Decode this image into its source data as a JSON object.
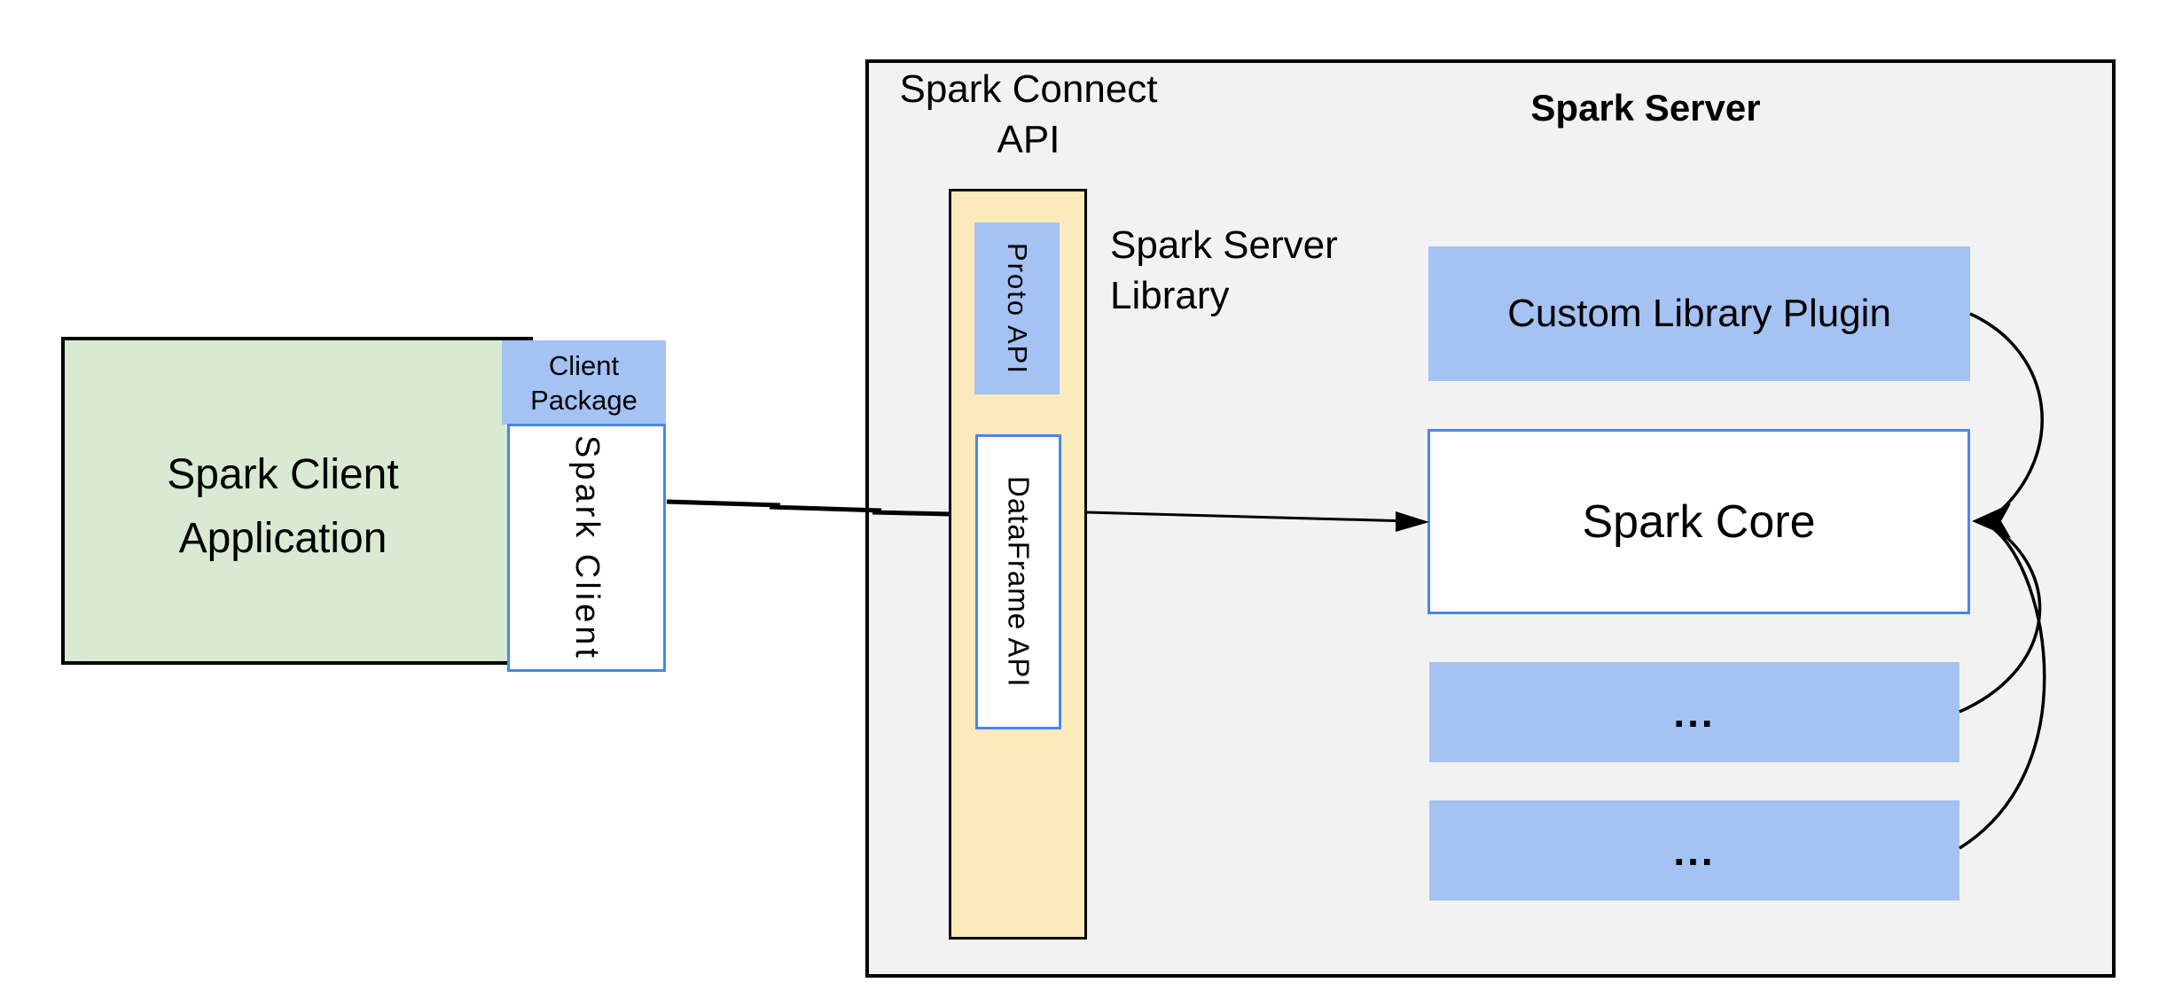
{
  "client": {
    "app_line1": "Spark Client",
    "app_line2": "Application",
    "package_line1": "Client",
    "package_line2": "Package",
    "spark_client_vertical": "Spark Client"
  },
  "connect": {
    "title_line1": "Spark Connect",
    "title_line2": "API",
    "proto_vertical": "Proto API",
    "dataframe_vertical": "DataFrame API",
    "library_line1": "Spark Server",
    "library_line2": "Library"
  },
  "server": {
    "title": "Spark Server",
    "plugin_label": "Custom Library Plugin",
    "core_label": "Spark Core",
    "more_label_1": "...",
    "more_label_2": "..."
  },
  "colors": {
    "client_app_fill": "#D9EAD3",
    "accent_blue_fill": "#A4C2F4",
    "white_box_border_blue": "#4A86E8",
    "server_library_fill": "#FCEABC",
    "server_panel_fill": "#F2F2F2",
    "outline_black": "#000000",
    "page_background": "#FFFFFF"
  }
}
